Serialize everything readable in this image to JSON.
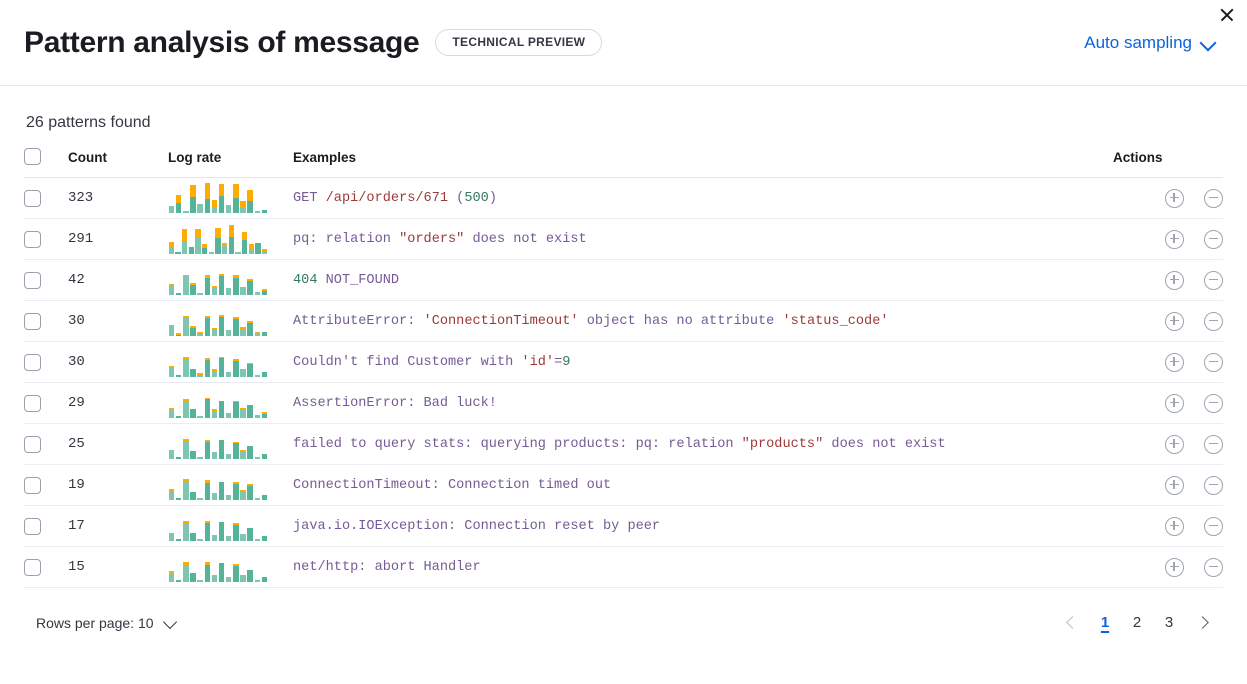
{
  "header": {
    "title": "Pattern analysis of message",
    "badge": "TECHNICAL PREVIEW",
    "sampling_label": "Auto sampling",
    "close_icon": "close-icon",
    "chevron_icon": "chevron-down-icon"
  },
  "summary": {
    "patterns_found": "26 patterns found"
  },
  "table": {
    "columns": {
      "select": "",
      "count": "Count",
      "log_rate": "Log rate",
      "examples": "Examples",
      "actions": "Actions"
    },
    "rows": [
      {
        "count": "323",
        "example_tokens": [
          {
            "t": "GET ",
            "k": "def"
          },
          {
            "t": "/api/orders/671",
            "k": "str"
          },
          {
            "t": " (",
            "k": "def"
          },
          {
            "t": "500",
            "k": "num"
          },
          {
            "t": ")",
            "k": "def"
          }
        ],
        "spark": [
          {
            "teal": 22,
            "orange": 0
          },
          {
            "teal": 34,
            "orange": 26
          },
          {
            "teal": 6,
            "orange": 0
          },
          {
            "teal": 52,
            "orange": 43
          },
          {
            "teal": 30,
            "orange": 0
          },
          {
            "teal": 48,
            "orange": 52
          },
          {
            "teal": 20,
            "orange": 22
          },
          {
            "teal": 58,
            "orange": 40
          },
          {
            "teal": 28,
            "orange": 0
          },
          {
            "teal": 50,
            "orange": 48
          },
          {
            "teal": 18,
            "orange": 22
          },
          {
            "teal": 40,
            "orange": 36
          },
          {
            "teal": 8,
            "orange": 0
          },
          {
            "teal": 10,
            "orange": 0
          }
        ]
      },
      {
        "count": "291",
        "example_tokens": [
          {
            "t": "pq: relation ",
            "k": "def"
          },
          {
            "t": "\"orders\"",
            "k": "str"
          },
          {
            "t": " does not exist",
            "k": "def"
          }
        ],
        "spark": [
          {
            "teal": 24,
            "orange": 16
          },
          {
            "teal": 6,
            "orange": 0
          },
          {
            "teal": 44,
            "orange": 38
          },
          {
            "teal": 22,
            "orange": 0
          },
          {
            "teal": 52,
            "orange": 30
          },
          {
            "teal": 20,
            "orange": 14
          },
          {
            "teal": 6,
            "orange": 0
          },
          {
            "teal": 54,
            "orange": 34
          },
          {
            "teal": 26,
            "orange": 12
          },
          {
            "teal": 58,
            "orange": 38
          },
          {
            "teal": 8,
            "orange": 0
          },
          {
            "teal": 48,
            "orange": 26
          },
          {
            "teal": 18,
            "orange": 14
          },
          {
            "teal": 38,
            "orange": 0
          },
          {
            "teal": 10,
            "orange": 8
          }
        ]
      },
      {
        "count": "42",
        "example_tokens": [
          {
            "t": "404",
            "k": "num"
          },
          {
            "t": " NOT_FOUND",
            "k": "def"
          }
        ],
        "spark": [
          {
            "teal": 30,
            "orange": 8
          },
          {
            "teal": 6,
            "orange": 0
          },
          {
            "teal": 62,
            "orange": 6
          },
          {
            "teal": 32,
            "orange": 7
          },
          {
            "teal": 8,
            "orange": 0
          },
          {
            "teal": 56,
            "orange": 12
          },
          {
            "teal": 24,
            "orange": 6
          },
          {
            "teal": 62,
            "orange": 7
          },
          {
            "teal": 22,
            "orange": 0
          },
          {
            "teal": 58,
            "orange": 9
          },
          {
            "teal": 28,
            "orange": 0
          },
          {
            "teal": 46,
            "orange": 8
          },
          {
            "teal": 9,
            "orange": 0
          },
          {
            "teal": 14,
            "orange": 7
          }
        ]
      },
      {
        "count": "30",
        "example_tokens": [
          {
            "t": "AttributeError: ",
            "k": "def"
          },
          {
            "t": "'ConnectionTimeout'",
            "k": "str"
          },
          {
            "t": " object has no attribute ",
            "k": "def"
          },
          {
            "t": "'status_code'",
            "k": "str"
          }
        ],
        "spark": [
          {
            "teal": 32,
            "orange": 6
          },
          {
            "teal": 5,
            "orange": 5
          },
          {
            "teal": 62,
            "orange": 5
          },
          {
            "teal": 28,
            "orange": 6
          },
          {
            "teal": 7,
            "orange": 5
          },
          {
            "teal": 60,
            "orange": 6
          },
          {
            "teal": 22,
            "orange": 6
          },
          {
            "teal": 64,
            "orange": 6
          },
          {
            "teal": 20,
            "orange": 0
          },
          {
            "teal": 56,
            "orange": 7
          },
          {
            "teal": 24,
            "orange": 6
          },
          {
            "teal": 44,
            "orange": 6
          },
          {
            "teal": 8,
            "orange": 5
          },
          {
            "teal": 14,
            "orange": 0
          }
        ]
      },
      {
        "count": "30",
        "example_tokens": [
          {
            "t": "Couldn't find Customer with ",
            "k": "def"
          },
          {
            "t": "'id'",
            "k": "str"
          },
          {
            "t": "=",
            "k": "def"
          },
          {
            "t": "9",
            "k": "num"
          }
        ],
        "spark": [
          {
            "teal": 30,
            "orange": 6
          },
          {
            "teal": 6,
            "orange": 0
          },
          {
            "teal": 60,
            "orange": 6
          },
          {
            "teal": 26,
            "orange": 0
          },
          {
            "teal": 8,
            "orange": 5
          },
          {
            "teal": 58,
            "orange": 6
          },
          {
            "teal": 20,
            "orange": 6
          },
          {
            "teal": 62,
            "orange": 6
          },
          {
            "teal": 18,
            "orange": 0
          },
          {
            "teal": 54,
            "orange": 6
          },
          {
            "teal": 26,
            "orange": 0
          },
          {
            "teal": 42,
            "orange": 6
          },
          {
            "teal": 8,
            "orange": 0
          },
          {
            "teal": 16,
            "orange": 0
          }
        ]
      },
      {
        "count": "29",
        "example_tokens": [
          {
            "t": "AssertionError: Bad luck!",
            "k": "def"
          }
        ],
        "spark": [
          {
            "teal": 28,
            "orange": 6
          },
          {
            "teal": 6,
            "orange": 0
          },
          {
            "teal": 58,
            "orange": 7
          },
          {
            "teal": 30,
            "orange": 0
          },
          {
            "teal": 7,
            "orange": 0
          },
          {
            "teal": 62,
            "orange": 6
          },
          {
            "teal": 24,
            "orange": 6
          },
          {
            "teal": 58,
            "orange": 0
          },
          {
            "teal": 18,
            "orange": 0
          },
          {
            "teal": 52,
            "orange": 6
          },
          {
            "teal": 28,
            "orange": 6
          },
          {
            "teal": 44,
            "orange": 0
          },
          {
            "teal": 9,
            "orange": 0
          },
          {
            "teal": 14,
            "orange": 6
          }
        ]
      },
      {
        "count": "25",
        "example_tokens": [
          {
            "t": "failed to query stats: querying products: pq: relation ",
            "k": "def"
          },
          {
            "t": "\"products\"",
            "k": "str"
          },
          {
            "t": " does not exist",
            "k": "def"
          }
        ],
        "spark": [
          {
            "teal": 30,
            "orange": 0
          },
          {
            "teal": 6,
            "orange": 0
          },
          {
            "teal": 60,
            "orange": 6
          },
          {
            "teal": 26,
            "orange": 0
          },
          {
            "teal": 6,
            "orange": 0
          },
          {
            "teal": 56,
            "orange": 8
          },
          {
            "teal": 22,
            "orange": 0
          },
          {
            "teal": 62,
            "orange": 0
          },
          {
            "teal": 16,
            "orange": 0
          },
          {
            "teal": 52,
            "orange": 6
          },
          {
            "teal": 24,
            "orange": 6
          },
          {
            "teal": 44,
            "orange": 0
          },
          {
            "teal": 7,
            "orange": 0
          },
          {
            "teal": 16,
            "orange": 0
          }
        ]
      },
      {
        "count": "19",
        "example_tokens": [
          {
            "t": "ConnectionTimeout: Connection timed out",
            "k": "def"
          }
        ],
        "spark": [
          {
            "teal": 30,
            "orange": 6
          },
          {
            "teal": 7,
            "orange": 0
          },
          {
            "teal": 62,
            "orange": 7
          },
          {
            "teal": 28,
            "orange": 0
          },
          {
            "teal": 7,
            "orange": 0
          },
          {
            "teal": 58,
            "orange": 8
          },
          {
            "teal": 22,
            "orange": 0
          },
          {
            "teal": 60,
            "orange": 0
          },
          {
            "teal": 18,
            "orange": 0
          },
          {
            "teal": 54,
            "orange": 7
          },
          {
            "teal": 26,
            "orange": 6
          },
          {
            "teal": 46,
            "orange": 7
          },
          {
            "teal": 8,
            "orange": 0
          },
          {
            "teal": 16,
            "orange": 0
          }
        ]
      },
      {
        "count": "17",
        "example_tokens": [
          {
            "t": "java.io.IOException: Connection reset by peer",
            "k": "def"
          }
        ],
        "spark": [
          {
            "teal": 28,
            "orange": 0
          },
          {
            "teal": 7,
            "orange": 0
          },
          {
            "teal": 60,
            "orange": 8
          },
          {
            "teal": 26,
            "orange": 0
          },
          {
            "teal": 6,
            "orange": 0
          },
          {
            "teal": 60,
            "orange": 8
          },
          {
            "teal": 20,
            "orange": 0
          },
          {
            "teal": 62,
            "orange": 0
          },
          {
            "teal": 18,
            "orange": 0
          },
          {
            "teal": 52,
            "orange": 8
          },
          {
            "teal": 24,
            "orange": 0
          },
          {
            "teal": 44,
            "orange": 0
          },
          {
            "teal": 8,
            "orange": 0
          },
          {
            "teal": 16,
            "orange": 0
          }
        ]
      },
      {
        "count": "15",
        "example_tokens": [
          {
            "t": "net/http: abort Handler",
            "k": "def"
          }
        ],
        "spark": [
          {
            "teal": 28,
            "orange": 9
          },
          {
            "teal": 6,
            "orange": 0
          },
          {
            "teal": 58,
            "orange": 8
          },
          {
            "teal": 30,
            "orange": 0
          },
          {
            "teal": 7,
            "orange": 0
          },
          {
            "teal": 56,
            "orange": 10
          },
          {
            "teal": 22,
            "orange": 0
          },
          {
            "teal": 62,
            "orange": 0
          },
          {
            "teal": 18,
            "orange": 0
          },
          {
            "teal": 52,
            "orange": 8
          },
          {
            "teal": 24,
            "orange": 0
          },
          {
            "teal": 40,
            "orange": 0
          },
          {
            "teal": 8,
            "orange": 0
          },
          {
            "teal": 16,
            "orange": 0
          }
        ]
      }
    ],
    "action_icons": {
      "add": "plus-circle-icon",
      "remove": "minus-circle-icon"
    }
  },
  "footer": {
    "rows_per_page_label": "Rows per page: 10",
    "pagination": {
      "prev_icon": "chevron-left-icon",
      "next_icon": "chevron-right-icon",
      "pages": [
        "1",
        "2",
        "3"
      ],
      "active_page": "1"
    }
  },
  "colors": {
    "accent_blue": "#0b64dd",
    "spark_teal": "#54b399",
    "spark_teal_light": "#7dc7b2",
    "spark_orange": "#feac01",
    "token_default": "#765b96",
    "token_string": "#9c3a3a",
    "token_number": "#357960"
  }
}
